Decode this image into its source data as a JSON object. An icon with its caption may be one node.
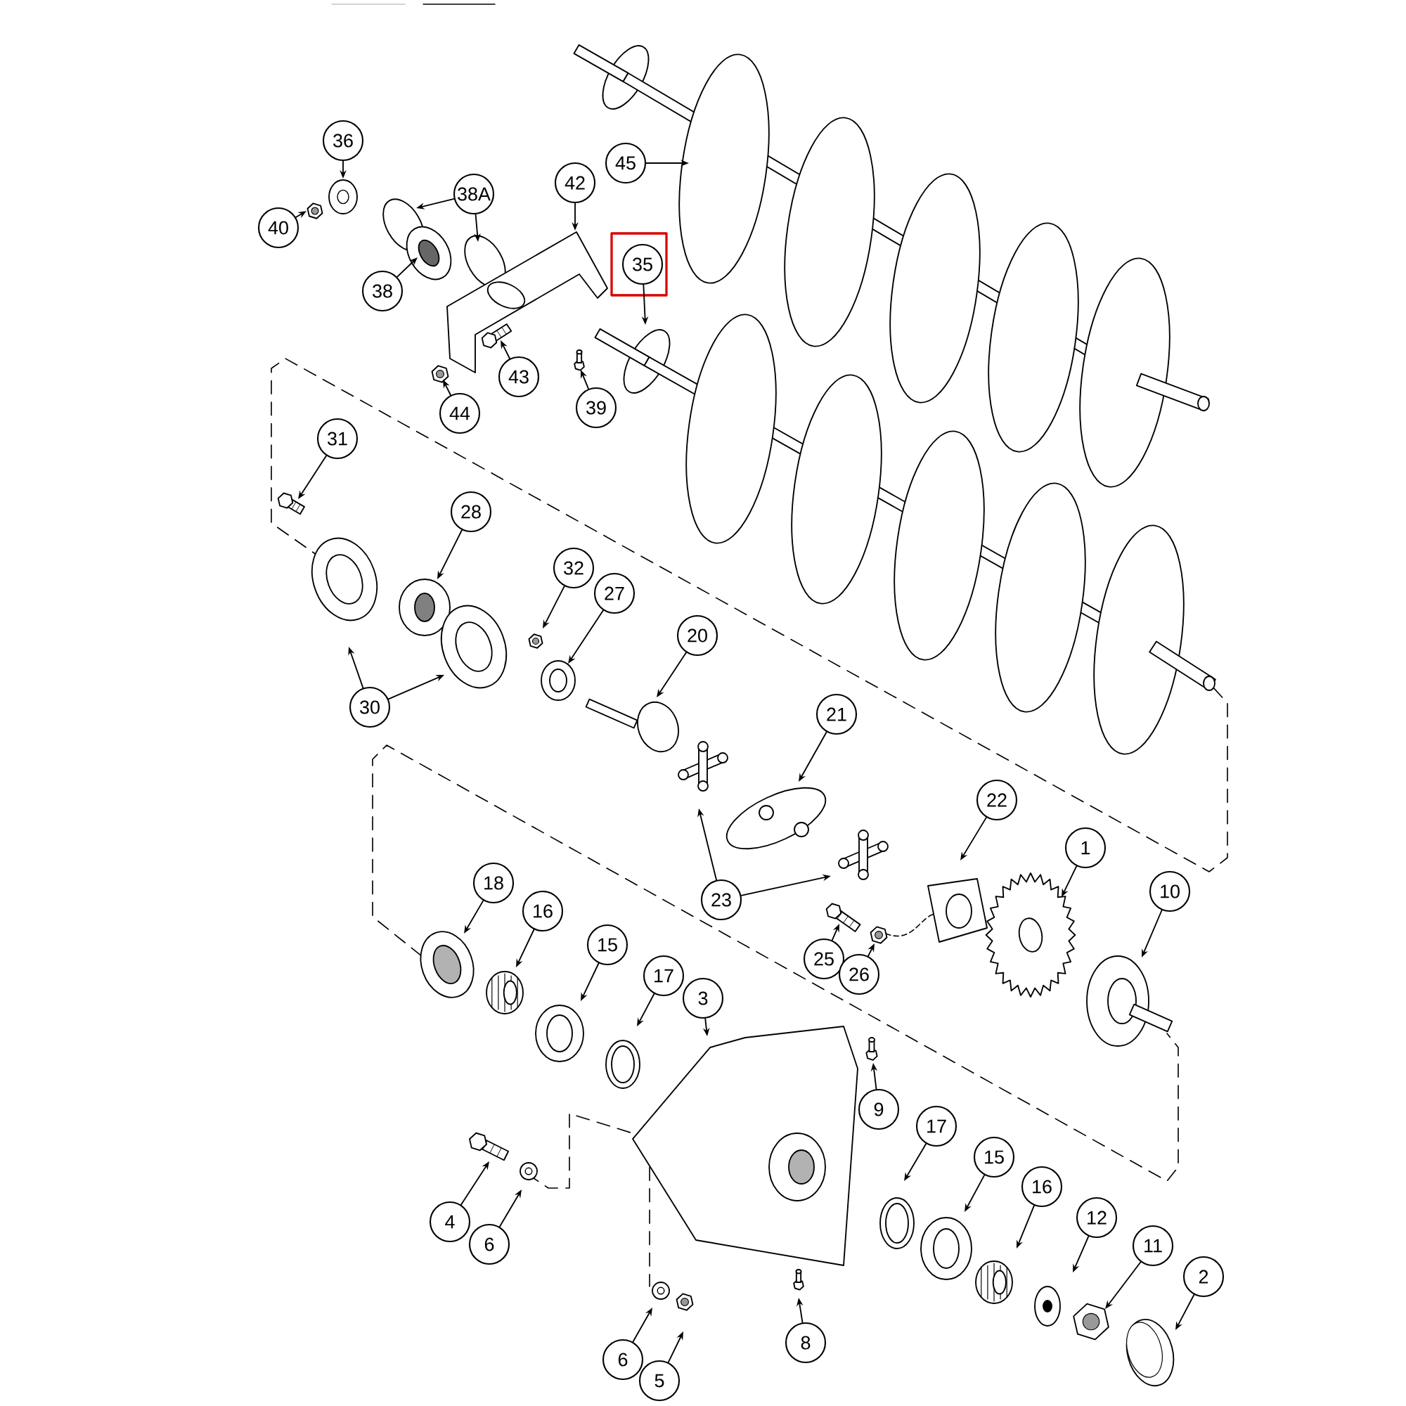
{
  "diagram": {
    "nodes": [
      {
        "text": [
          "36"
        ]
      },
      {
        "text": [
          "45"
        ]
      },
      {
        "text": [
          "42"
        ]
      },
      {
        "text": [
          "38A"
        ]
      },
      {
        "text": [
          "40"
        ]
      },
      {
        "text": [
          "35"
        ]
      },
      {
        "text": [
          "38"
        ]
      },
      {
        "text": [
          "43"
        ]
      },
      {
        "text": [
          "39"
        ]
      },
      {
        "text": [
          "44"
        ]
      },
      {
        "text": [
          "31"
        ]
      },
      {
        "text": [
          "28"
        ]
      },
      {
        "text": [
          "32"
        ]
      },
      {
        "text": [
          "27"
        ]
      },
      {
        "text": [
          "20"
        ]
      },
      {
        "text": [
          "30"
        ]
      },
      {
        "text": [
          "21"
        ]
      },
      {
        "text": [
          "22"
        ]
      },
      {
        "text": [
          "1"
        ]
      },
      {
        "text": [
          "18"
        ]
      },
      {
        "text": [
          "10"
        ]
      },
      {
        "text": [
          "23"
        ]
      },
      {
        "text": [
          "16"
        ]
      },
      {
        "text": [
          "15"
        ]
      },
      {
        "text": [
          "25"
        ]
      },
      {
        "text": [
          "26"
        ]
      },
      {
        "text": [
          "17"
        ]
      },
      {
        "text": [
          "3"
        ]
      },
      {
        "text": [
          "9"
        ]
      },
      {
        "text": [
          "17"
        ]
      },
      {
        "text": [
          "15"
        ]
      },
      {
        "text": [
          "16"
        ]
      },
      {
        "text": [
          "12"
        ]
      },
      {
        "text": [
          "4"
        ]
      },
      {
        "text": [
          "6"
        ]
      },
      {
        "text": [
          "11"
        ]
      },
      {
        "text": [
          "2"
        ]
      },
      {
        "text": [
          "8"
        ]
      },
      {
        "text": [
          "6"
        ]
      },
      {
        "text": [
          "5"
        ]
      },
      {
        "text": [],
        "shape": "picture"
      },
      {
        "text": [],
        "shape": "picture"
      },
      {
        "text": [],
        "shape": "picture"
      },
      {
        "text": [],
        "shape": "picture"
      },
      {
        "text": [],
        "shape": "picture"
      },
      {
        "text": [],
        "shape": "picture"
      },
      {
        "text": [],
        "shape": "picture"
      },
      {
        "text": [],
        "shape": "picture"
      },
      {
        "text": [],
        "shape": "picture"
      },
      {
        "text": [],
        "shape": "picture"
      },
      {
        "text": [],
        "shape": "picture"
      },
      {
        "text": [],
        "shape": "picture"
      },
      {
        "text": [],
        "shape": "picture"
      },
      {
        "text": [],
        "shape": "picture"
      },
      {
        "text": [],
        "shape": "picture"
      },
      {
        "text": [],
        "shape": "picture"
      },
      {
        "text": [],
        "shape": "picture"
      },
      {
        "text": [],
        "shape": "picture"
      },
      {
        "text": [],
        "shape": "picture"
      },
      {
        "text": [],
        "shape": "picture"
      },
      {
        "text": [],
        "shape": "picture"
      },
      {
        "text": [],
        "shape": "picture"
      },
      {
        "text": [],
        "shape": "picture"
      },
      {
        "text": [],
        "shape": "picture"
      },
      {
        "text": [],
        "shape": "picture"
      },
      {
        "text": [],
        "shape": "picture"
      },
      {
        "text": [],
        "shape": "picture"
      },
      {
        "text": [],
        "shape": "picture"
      },
      {
        "text": [],
        "shape": "picture"
      },
      {
        "text": [],
        "shape": "picture"
      },
      {
        "text": [],
        "shape": "picture"
      },
      {
        "text": [],
        "shape": "picture"
      },
      {
        "text": [],
        "shape": "picture"
      },
      {
        "text": [],
        "shape": "picture"
      },
      {
        "text": [],
        "shape": "picture"
      },
      {
        "text": [],
        "shape": "picture"
      },
      {
        "text": [],
        "shape": "picture"
      },
      {
        "text": [],
        "shape": "picture"
      },
      {
        "text": [],
        "shape": "picture"
      },
      {
        "text": [],
        "shape": "picture"
      },
      {
        "text": [],
        "shape": "picture"
      },
      {
        "text": [],
        "shape": "picture"
      },
      {
        "text": [],
        "shape": "picture"
      }
    ],
    "edges": [
      {
        "from": 0,
        "to": 40,
        "arrow": "to"
      },
      {
        "from": 1,
        "to": 46,
        "arrow": "to"
      },
      {
        "from": 2,
        "to": 45,
        "arrow": "to"
      },
      {
        "from": 3,
        "to": 42,
        "arrow": "to"
      },
      {
        "from": 3,
        "to": 43,
        "arrow": "to"
      },
      {
        "from": 4,
        "to": 41,
        "arrow": "to"
      },
      {
        "from": 5,
        "to": 47,
        "arrow": "to"
      },
      {
        "from": 6,
        "to": 44,
        "arrow": "to"
      },
      {
        "from": 7,
        "to": 48,
        "arrow": "to"
      },
      {
        "from": 8,
        "to": 50,
        "arrow": "to"
      },
      {
        "from": 9,
        "to": 49,
        "arrow": "to"
      },
      {
        "from": 10,
        "to": 51,
        "arrow": "to"
      },
      {
        "from": 11,
        "to": 53,
        "arrow": "to"
      },
      {
        "from": 12,
        "to": 55,
        "arrow": "to"
      },
      {
        "from": 13,
        "to": 56,
        "arrow": "to"
      },
      {
        "from": 14,
        "to": 57,
        "arrow": "to"
      },
      {
        "from": 15,
        "to": 52,
        "arrow": "to"
      },
      {
        "from": 15,
        "to": 54,
        "arrow": "to"
      },
      {
        "from": 16,
        "to": 59,
        "arrow": "to"
      },
      {
        "from": 17,
        "to": 61,
        "arrow": "to"
      },
      {
        "from": 18,
        "to": 64,
        "arrow": "to"
      },
      {
        "from": 19,
        "to": 66,
        "arrow": "to"
      },
      {
        "from": 20,
        "to": 65,
        "arrow": "to"
      },
      {
        "from": 21,
        "to": 58,
        "arrow": "to"
      },
      {
        "from": 21,
        "to": 60,
        "arrow": "to"
      },
      {
        "from": 22,
        "to": 67,
        "arrow": "to"
      },
      {
        "from": 23,
        "to": 68,
        "arrow": "to"
      },
      {
        "from": 24,
        "to": 62,
        "arrow": "to"
      },
      {
        "from": 25,
        "to": 63,
        "arrow": "to"
      },
      {
        "from": 26,
        "to": 69,
        "arrow": "to"
      },
      {
        "from": 27,
        "to": 70,
        "arrow": "to"
      },
      {
        "from": 28,
        "to": 71,
        "arrow": "to"
      },
      {
        "from": 29,
        "to": 77,
        "arrow": "to"
      },
      {
        "from": 30,
        "to": 78,
        "arrow": "to"
      },
      {
        "from": 31,
        "to": 79,
        "arrow": "to"
      },
      {
        "from": 32,
        "to": 80,
        "arrow": "to"
      },
      {
        "from": 33,
        "to": 72,
        "arrow": "to"
      },
      {
        "from": 34,
        "to": 73,
        "arrow": "to"
      },
      {
        "from": 35,
        "to": 81,
        "arrow": "to"
      },
      {
        "from": 36,
        "to": 82,
        "arrow": "to"
      },
      {
        "from": 37,
        "to": 76,
        "arrow": "to"
      },
      {
        "from": 38,
        "to": 74,
        "arrow": "to"
      },
      {
        "from": 39,
        "to": 75,
        "arrow": "to"
      }
    ]
  }
}
